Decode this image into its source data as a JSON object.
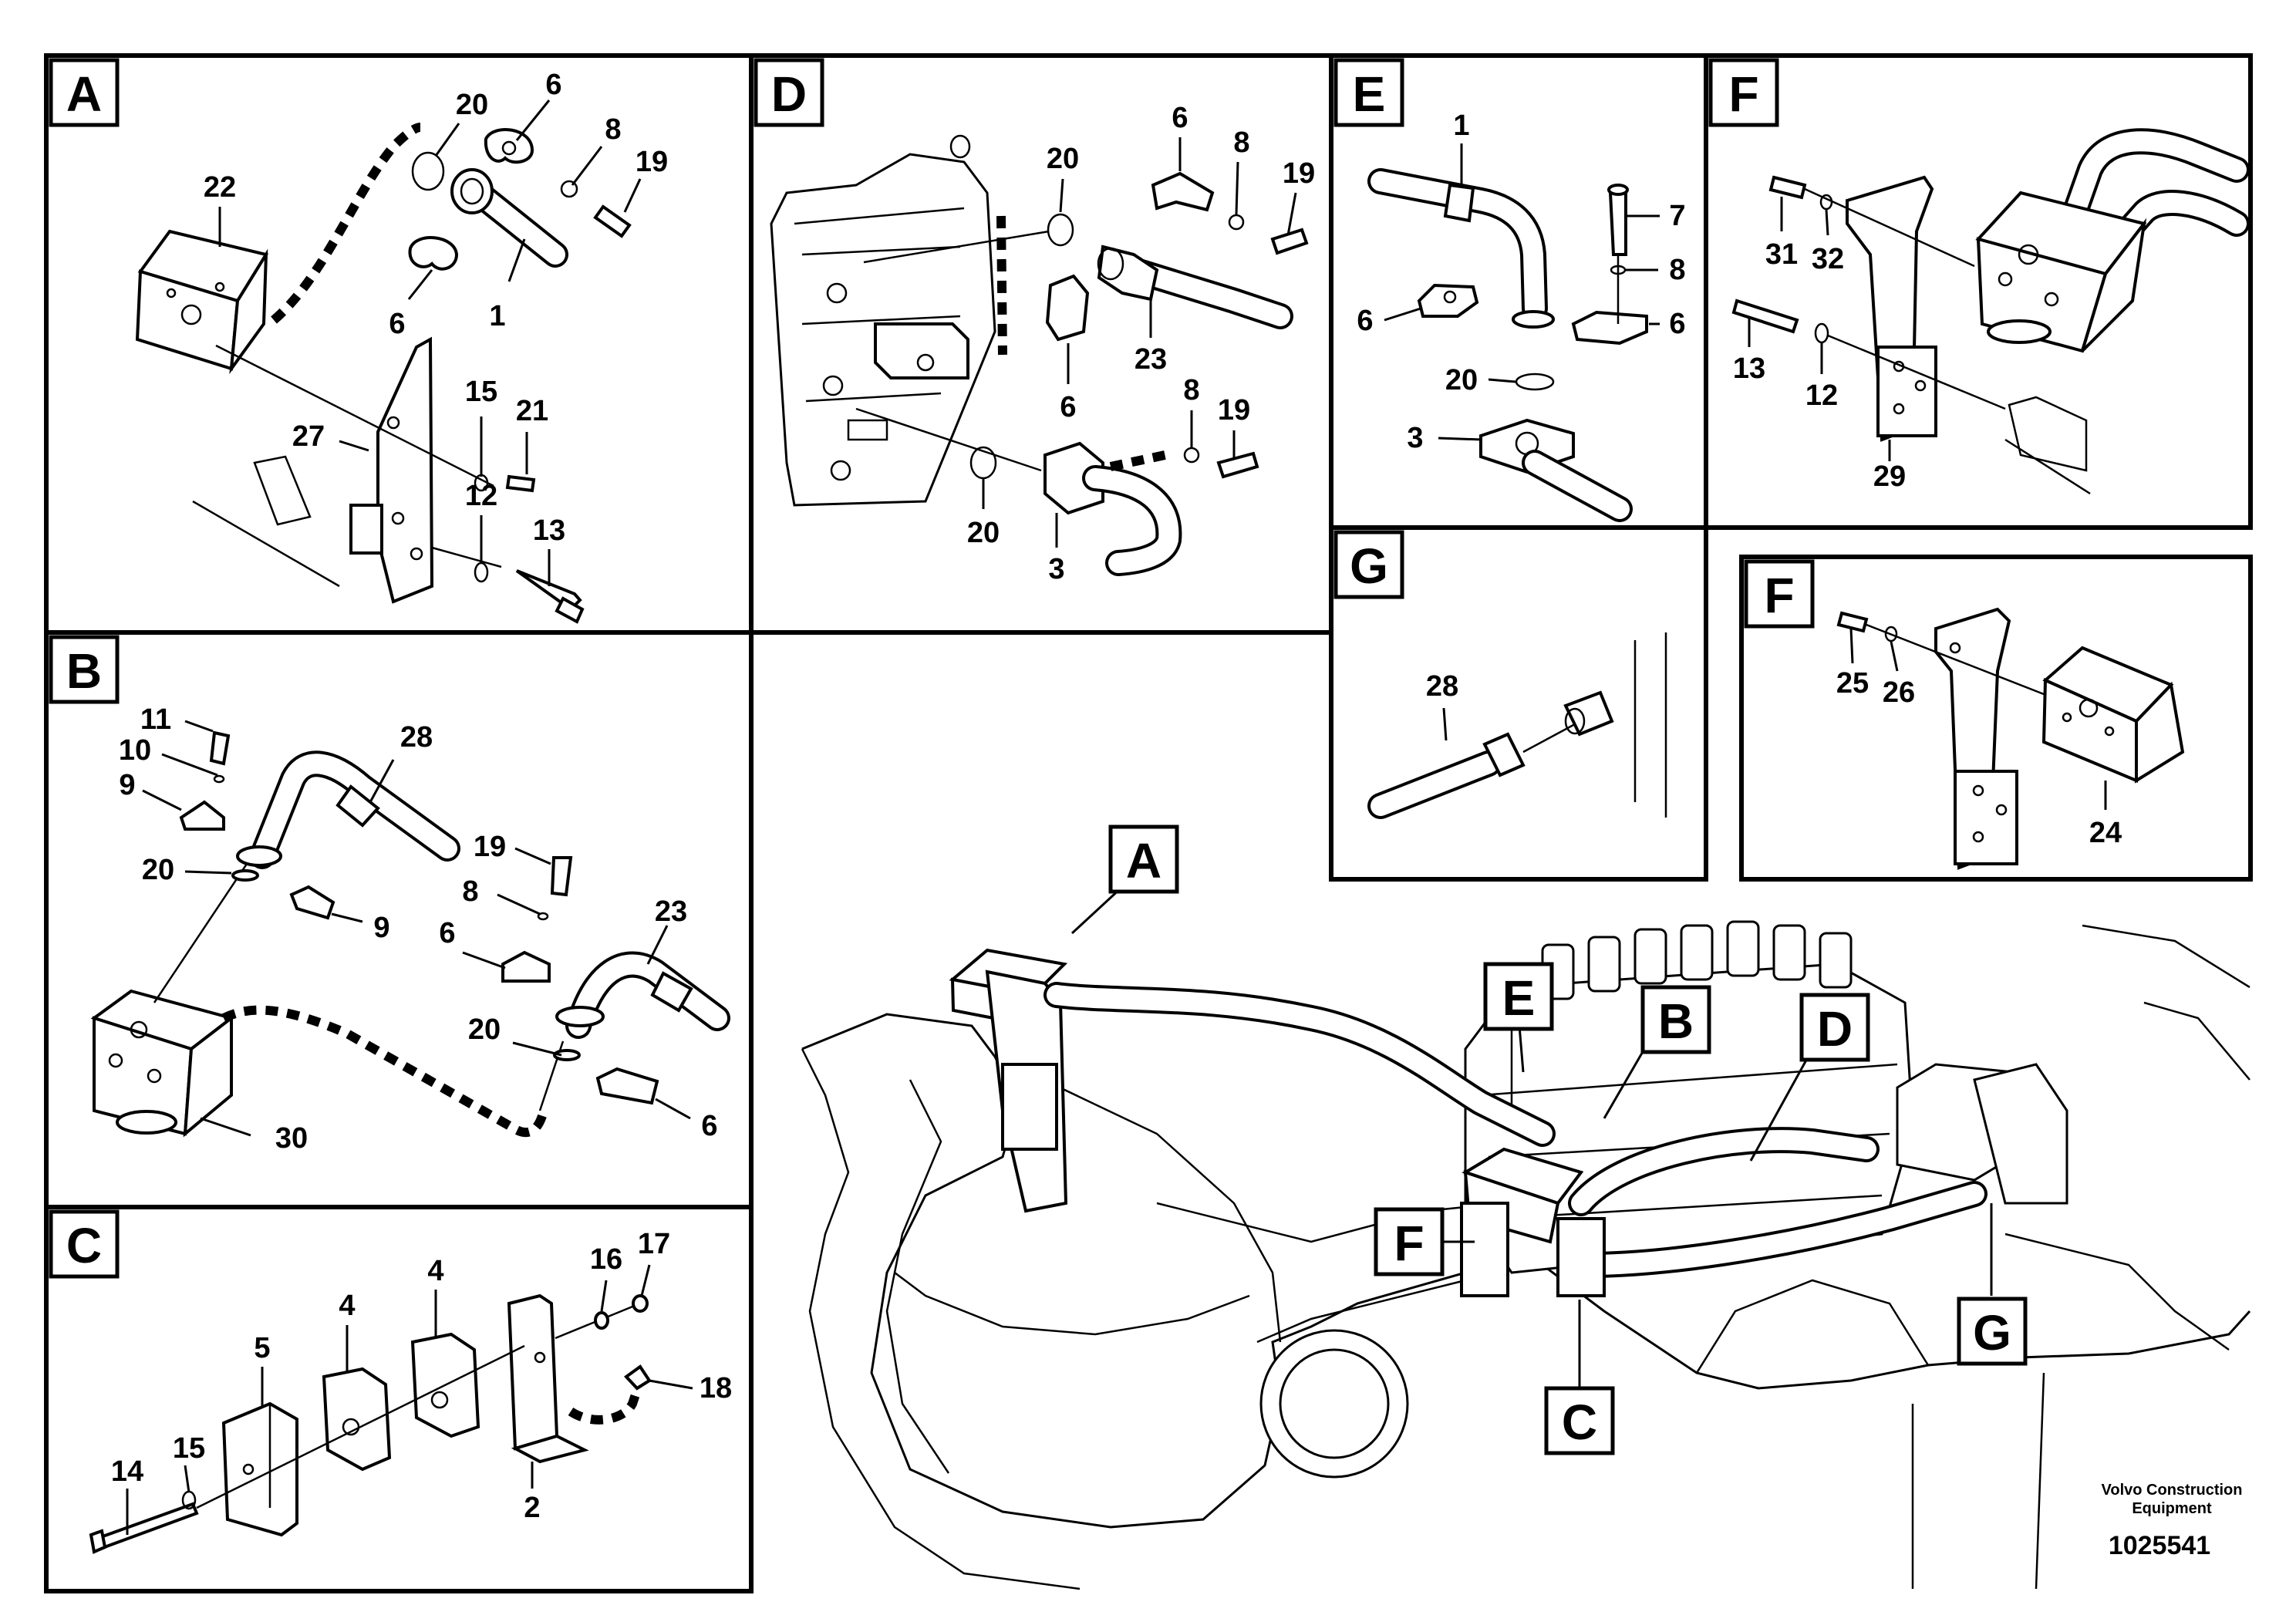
{
  "panels": {
    "A": {
      "label": "A",
      "callouts": [
        "20",
        "6",
        "8",
        "19",
        "22",
        "6",
        "1",
        "15",
        "21",
        "27",
        "12",
        "13"
      ]
    },
    "B": {
      "label": "B",
      "callouts": [
        "11",
        "10",
        "28",
        "9",
        "20",
        "9",
        "19",
        "8",
        "23",
        "6",
        "20",
        "6",
        "30"
      ]
    },
    "C": {
      "label": "C",
      "callouts": [
        "16",
        "17",
        "5",
        "4",
        "4",
        "18",
        "14",
        "15",
        "2"
      ]
    },
    "D": {
      "label": "D",
      "callouts": [
        "20",
        "6",
        "8",
        "19",
        "6",
        "23",
        "8",
        "19",
        "20",
        "3"
      ]
    },
    "E": {
      "label": "E",
      "callouts": [
        "1",
        "7",
        "8",
        "6",
        "6",
        "20",
        "3"
      ]
    },
    "F1": {
      "label": "F",
      "callouts": [
        "31",
        "32",
        "13",
        "12",
        "29"
      ]
    },
    "G": {
      "label": "G",
      "callouts": [
        "28"
      ]
    },
    "F2": {
      "label": "F",
      "callouts": [
        "25",
        "26",
        "24"
      ]
    }
  },
  "overview_tags": [
    "A",
    "E",
    "B",
    "D",
    "F",
    "C",
    "G"
  ],
  "footer": {
    "company_line1": "Volvo Construction",
    "company_line2": "Equipment",
    "doc_number": "1025541"
  }
}
